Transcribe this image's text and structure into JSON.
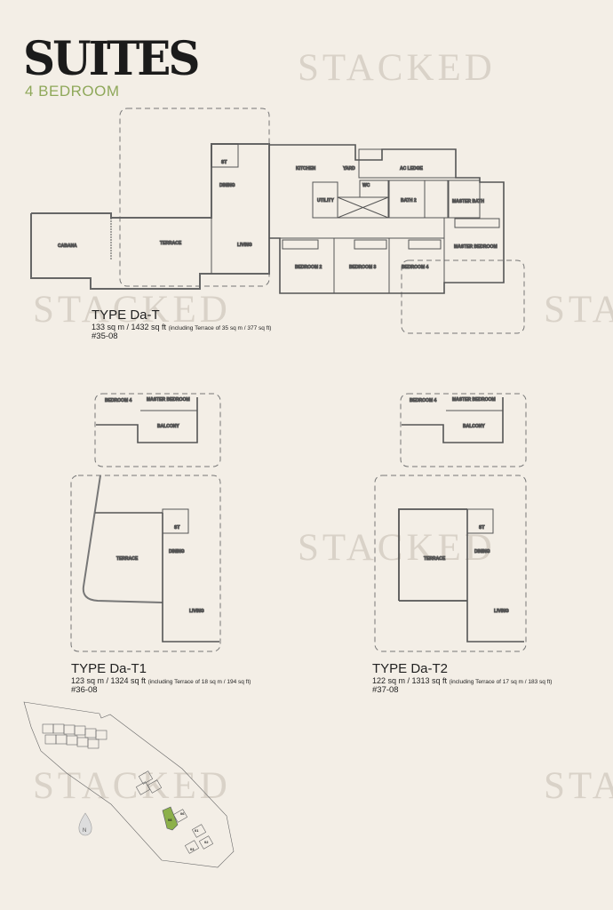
{
  "header": {
    "title": "SUITES",
    "subtitle": "4 BEDROOM"
  },
  "watermark": "STACKED",
  "accent_color": "#8fa85a",
  "plans": [
    {
      "type": "TYPE Da-T",
      "area": "133 sq m / 1432 sq ft",
      "note": "(including Terrace of 35 sq m / 377 sq ft)",
      "unit": "#35-08",
      "rooms": {
        "cabana": "CABANA",
        "terrace": "TERRACE",
        "dining": "DINING",
        "living": "LIVING",
        "st": "ST",
        "kitchen": "KITCHEN",
        "yard": "YARD",
        "ac_ledge": "AC LEDGE",
        "utility": "UTILITY",
        "wc": "WC",
        "bath2": "BATH 2",
        "master_bath": "MASTER BATH",
        "bedroom2": "BEDROOM 2",
        "bedroom3": "BEDROOM 3",
        "bedroom4": "BEDROOM 4",
        "master_bedroom": "MASTER BEDROOM"
      }
    },
    {
      "type": "TYPE Da-T1",
      "area": "123 sq m / 1324 sq ft",
      "note": "(including Terrace of 18 sq m / 194 sq ft)",
      "unit": "#36-08",
      "rooms": {
        "bedroom4": "BEDROOM 4",
        "master_bedroom": "MASTER BEDROOM",
        "balcony": "BALCONY",
        "terrace": "TERRACE",
        "dining": "DINING",
        "living": "LIVING",
        "st": "ST"
      }
    },
    {
      "type": "TYPE Da-T2",
      "area": "122 sq m / 1313 sq ft",
      "note": "(including Terrace of 17 sq m / 183 sq ft)",
      "unit": "#37-08",
      "rooms": {
        "bedroom4": "BEDROOM 4",
        "master_bedroom": "MASTER BEDROOM",
        "balcony": "BALCONY",
        "terrace": "TERRACE",
        "dining": "DINING",
        "living": "LIVING",
        "st": "ST"
      }
    }
  ],
  "site_map": {
    "compass": "N",
    "blocks": [
      "08",
      "06",
      "01",
      "02",
      "03"
    ],
    "highlighted_block": "08",
    "highlight_color": "#8cb04a"
  }
}
